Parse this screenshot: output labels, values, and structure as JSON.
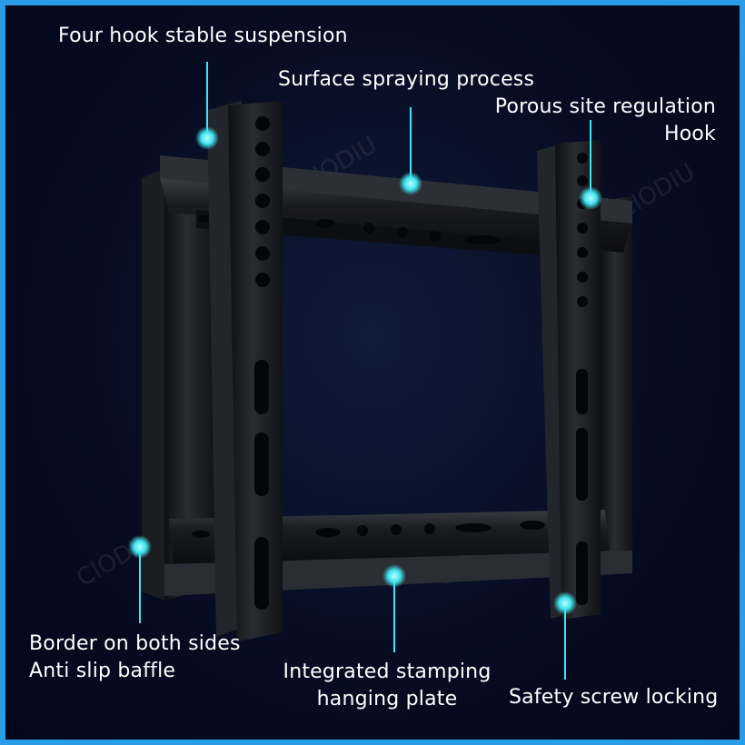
{
  "labels": {
    "four_hook": "Four hook stable suspension",
    "surface": "Surface spraying process",
    "porous_line1": "Porous site regulation",
    "porous_line2": "Hook",
    "border_line1": "Border on both sides",
    "border_line2": "Anti slip baffle",
    "integrated_line1": "Integrated stamping",
    "integrated_line2": "hanging plate",
    "safety": "Safety screw locking"
  },
  "watermark": "CIODIU",
  "colors": {
    "frame_border": "#2a9be6",
    "background": "#070c22",
    "callout": "#3fe6f0",
    "metal": "#15161b"
  }
}
